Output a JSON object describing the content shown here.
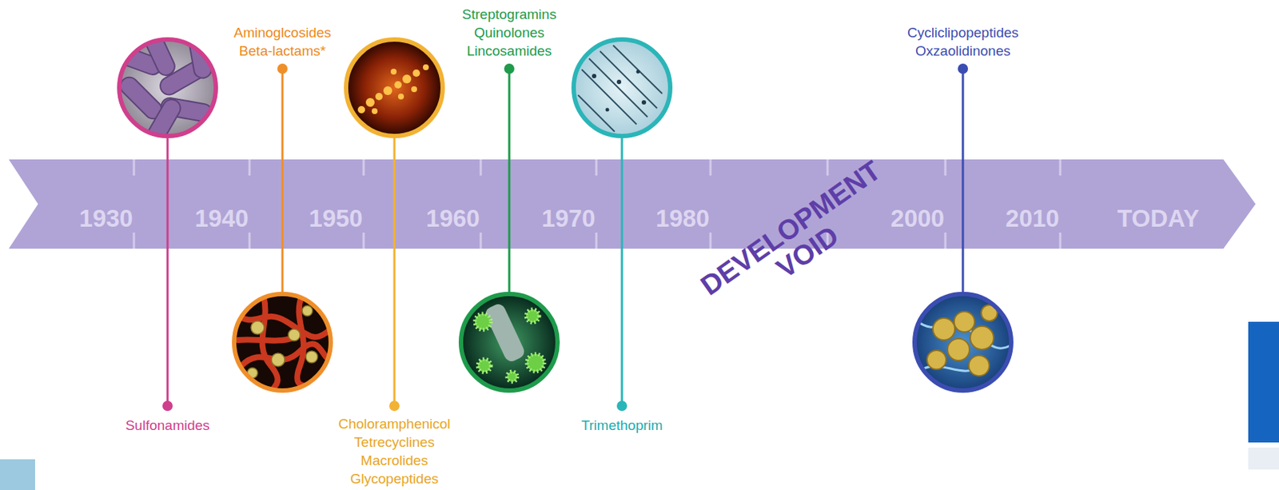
{
  "diagram": {
    "nodes": [
      {
        "text": [
          "Sulfonamides"
        ]
      },
      {
        "text": [
          "Aminoglcosides",
          "Beta-lactams*"
        ]
      },
      {
        "text": [
          "Choloramphenicol",
          "Tetrecyclines",
          "Macrolides",
          "Glycopeptides"
        ]
      },
      {
        "text": [
          "Streptogramins",
          "Quinolones",
          "Lincosamides"
        ]
      },
      {
        "text": [
          "Trimethoprim"
        ]
      },
      {
        "text": [
          "Cycliclipopeptides",
          "Oxzaolidinones"
        ]
      }
    ],
    "labels": [
      "1930",
      "1940",
      "1950",
      "1960",
      "1970",
      "1980",
      "2000",
      "2010",
      "TODAY",
      "DEVELOPMENT VOID"
    ]
  }
}
